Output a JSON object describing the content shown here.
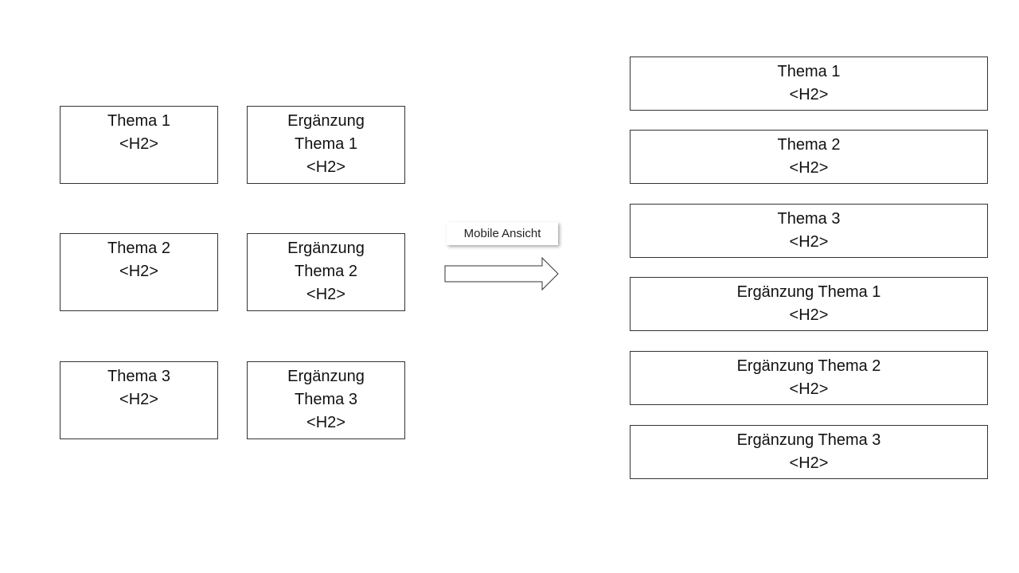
{
  "desktop": {
    "boxes": [
      {
        "lines": [
          "Thema 1",
          "<H2>"
        ]
      },
      {
        "lines": [
          "Ergänzung",
          "Thema 1",
          "<H2>"
        ]
      },
      {
        "lines": [
          "Thema 2",
          "<H2>"
        ]
      },
      {
        "lines": [
          "Ergänzung",
          "Thema 2",
          "<H2>"
        ]
      },
      {
        "lines": [
          "Thema 3",
          "<H2>"
        ]
      },
      {
        "lines": [
          "Ergänzung",
          "Thema 3",
          "<H2>"
        ]
      }
    ]
  },
  "transition": {
    "label": "Mobile Ansicht",
    "arrow_icon": "right-arrow-icon"
  },
  "mobile": {
    "boxes": [
      {
        "lines": [
          "Thema 1",
          "<H2>"
        ]
      },
      {
        "lines": [
          "Thema 2",
          "<H2>"
        ]
      },
      {
        "lines": [
          "Thema 3",
          "<H2>"
        ]
      },
      {
        "lines": [
          "Ergänzung Thema 1",
          "<H2>"
        ]
      },
      {
        "lines": [
          "Ergänzung Thema 2",
          "<H2>"
        ]
      },
      {
        "lines": [
          "Ergänzung Thema 3",
          "<H2>"
        ]
      }
    ]
  }
}
